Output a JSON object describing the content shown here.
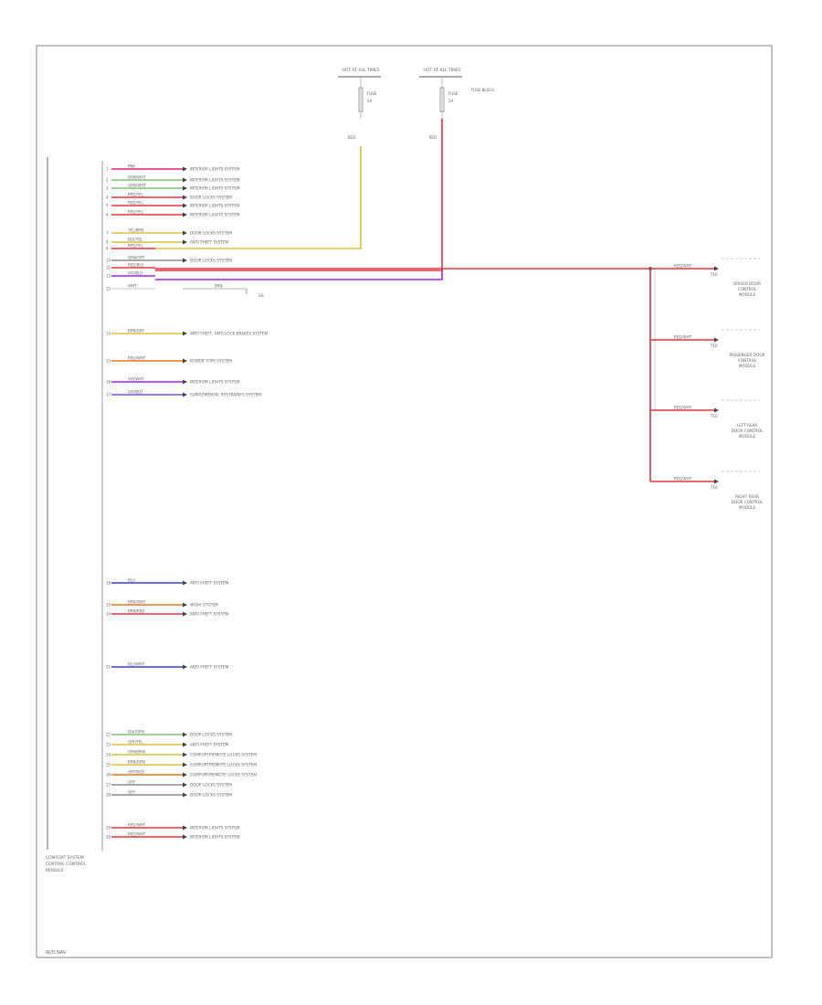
{
  "colors": {
    "frame": "#9a9a9a",
    "pink": "#e61e78",
    "green": "#7cc576",
    "red": "#e8323c",
    "yellow": "#d6c23a",
    "purple": "#a020f0",
    "violet": "#7c4dff",
    "blue": "#3b3bdc",
    "orange": "#e8731e",
    "gray": "#8c8c8c",
    "light": "#dcdcdc"
  },
  "fuses": [
    {
      "top_label": "HOT AT ALL TIMES",
      "fuse_label": "FUSE",
      "amp": "5A",
      "wire_label": "RED"
    },
    {
      "top_label": "HOT AT ALL TIMES",
      "fuse_label": "FUSE",
      "amp": "5A",
      "wire_label": "RED"
    }
  ],
  "fuse_box_label": "FUSE BLOCK",
  "module_label": [
    "COMFORT SYSTEM",
    "CENTRAL CONTROL",
    "MODULE"
  ],
  "footer_label": "W/O NAV",
  "pins": [
    {
      "pin": "1",
      "wire": "PNK",
      "dest": "INTERIOR LIGHTS SYSTEM",
      "color": "pink"
    },
    {
      "pin": "2",
      "wire": "GRN/WHT",
      "dest": "INTERIOR LIGHTS SYSTEM",
      "color": "green"
    },
    {
      "pin": "3",
      "wire": "GRN/WHT",
      "dest": "INTERIOR LIGHTS SYSTEM",
      "color": "green"
    },
    {
      "pin": "4",
      "wire": "RED/YEL",
      "dest": "DOOR LOCKS SYSTEM",
      "color": "red"
    },
    {
      "pin": "5",
      "wire": "RED/YEL",
      "dest": "INTERIOR LIGHTS SYSTEM",
      "color": "red"
    },
    {
      "pin": "6",
      "wire": "RED/YEL",
      "dest": "INTERIOR LIGHTS SYSTEM",
      "color": "red"
    },
    {
      "pin": "7",
      "wire": "YEL/BRN",
      "dest": "DOOR LOCKS SYSTEM",
      "color": "yellow"
    },
    {
      "pin": "8",
      "wire": "BLK/YEL",
      "dest": "ANTI-THEFT SYSTEM",
      "color": "yellow"
    },
    {
      "pin": "9",
      "wire": "RED/YEL",
      "dest": "",
      "color": "red"
    },
    {
      "pin": "10",
      "wire": "GRN/GRY",
      "dest": "DOOR LOCKS SYSTEM",
      "color": "gray"
    },
    {
      "pin": "11",
      "wire": "RED/BLU",
      "dest": "",
      "color": "red"
    },
    {
      "pin": "12",
      "wire": "VIO/BLU",
      "dest": "",
      "color": "purple"
    },
    {
      "pin": "13",
      "wire": "WHT",
      "dest": "",
      "color": "light"
    },
    {
      "pin": "14",
      "wire": "BRN/GRY",
      "dest": "ANTI-THEFT, ANTI-LOCK BRAKES SYSTEM",
      "color": "yellow"
    },
    {
      "pin": "15",
      "wire": "RED/WHT",
      "dest": "POWER TOPS SYSTEM",
      "color": "orange"
    },
    {
      "pin": "16",
      "wire": "VIO/WHT",
      "dest": "INTERIOR LIGHTS SYSTEM",
      "color": "purple"
    },
    {
      "pin": "17",
      "wire": "VIO/BLU",
      "dest": "SUPPLEMENTAL RESTRAINTS SYSTEM",
      "color": "violet"
    },
    {
      "pin": "18",
      "wire": "BLU",
      "dest": "ANTI-THEFT SYSTEM",
      "color": "blue"
    },
    {
      "pin": "19",
      "wire": "BRN/WHT",
      "dest": "WASH SYSTEM",
      "color": "orange"
    },
    {
      "pin": "20",
      "wire": "BRN/RED",
      "dest": "ANTI-THEFT SYSTEM",
      "color": "red"
    },
    {
      "pin": "21",
      "wire": "BLU/WHT",
      "dest": "ANTI-THEFT SYSTEM",
      "color": "blue"
    },
    {
      "pin": "22",
      "wire": "BLK/GRN",
      "dest": "DOOR LOCKS SYSTEM",
      "color": "green"
    },
    {
      "pin": "23",
      "wire": "GRY/YEL",
      "dest": "ANTI-THEFT SYSTEM",
      "color": "yellow"
    },
    {
      "pin": "24",
      "wire": "GRN/BRN",
      "dest": "COMFORT/REMOTE LOCKS SYSTEM",
      "color": "yellow"
    },
    {
      "pin": "25",
      "wire": "BRN/GRN",
      "dest": "COMFORT/REMOTE LOCKS SYSTEM",
      "color": "yellow"
    },
    {
      "pin": "26",
      "wire": "GRY/RED",
      "dest": "COMFORT/REMOTE LOCKS SYSTEM",
      "color": "orange"
    },
    {
      "pin": "27",
      "wire": "GRY",
      "dest": "DOOR LOCKS SYSTEM",
      "color": "gray"
    },
    {
      "pin": "28",
      "wire": "GRY",
      "dest": "DOOR LOCKS SYSTEM",
      "color": "gray"
    },
    {
      "pin": "29",
      "wire": "RED/WHT",
      "dest": "INTERIOR LIGHTS SYSTEM",
      "color": "red"
    },
    {
      "pin": "30",
      "wire": "RED/WHT",
      "dest": "INTERIOR LIGHTS SYSTEM",
      "color": "red"
    }
  ],
  "ground": {
    "wire": "BRN",
    "label": "G8"
  },
  "right_modules": [
    {
      "wire": "RED/WHT",
      "label": [
        "DRIVER DOOR",
        "CONTROL",
        "MODULE"
      ],
      "pin": "T10"
    },
    {
      "wire": "RED/WHT",
      "label": [
        "PASSENGER DOOR",
        "CONTROL",
        "MODULE"
      ],
      "pin": "T10"
    },
    {
      "wire": "RED/WHT",
      "label": [
        "LEFT REAR",
        "DOOR CONTROL",
        "MODULE"
      ],
      "pin": "T10"
    },
    {
      "wire": "RED/WHT",
      "label": [
        "RIGHT REAR",
        "DOOR CONTROL",
        "MODULE"
      ],
      "pin": "T10"
    }
  ]
}
